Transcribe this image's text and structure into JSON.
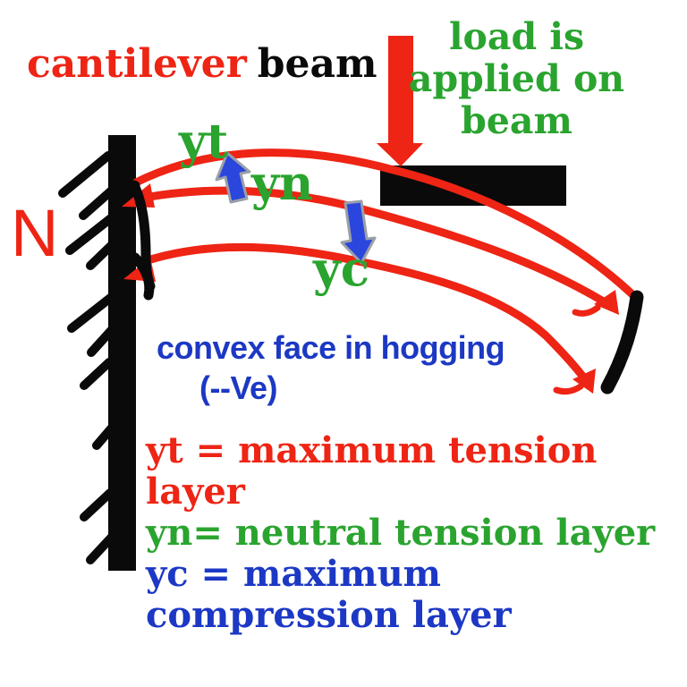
{
  "colors": {
    "background": "#ffffff",
    "black": "#0a0a0a",
    "red": "#ee2414",
    "green": "#2aa42f",
    "blue_text": "#1c38c4",
    "blue_arrow": "#2b46dd",
    "arrow_outline": "#9aa0a8"
  },
  "title": {
    "red_part": "cantilever",
    "black_part": "beam"
  },
  "load_note": {
    "lines": [
      "load is",
      "applied on",
      "beam"
    ]
  },
  "support_label": "N",
  "layer_labels": {
    "tension": "yt",
    "neutral": "yn",
    "compression": "yc"
  },
  "hogging_note": {
    "line1": "convex face in hogging",
    "line2": "(--Ve)"
  },
  "legend": {
    "tension_line1": "yt = maximum tension",
    "tension_line2": "layer",
    "neutral_line": "yn= neutral tension layer",
    "compression_line1": "yc = maximum",
    "compression_line2": "compression layer"
  },
  "shapes": {
    "wall": "fixed-support-wall-with-hatching",
    "beam": "undeformed-beam-black-bar",
    "load_arrow": "red-arrow-down-load",
    "tension_curve": "red-curve-top-fiber",
    "neutral_curve": "red-curve-neutral-fiber",
    "compression_curve": "red-curve-bottom-fiber",
    "tip_face": "black-beam-tip-face",
    "yt_arrow": "blue-arrow-up-gray-outline",
    "yc_arrow": "blue-arrow-down-gray-outline"
  }
}
